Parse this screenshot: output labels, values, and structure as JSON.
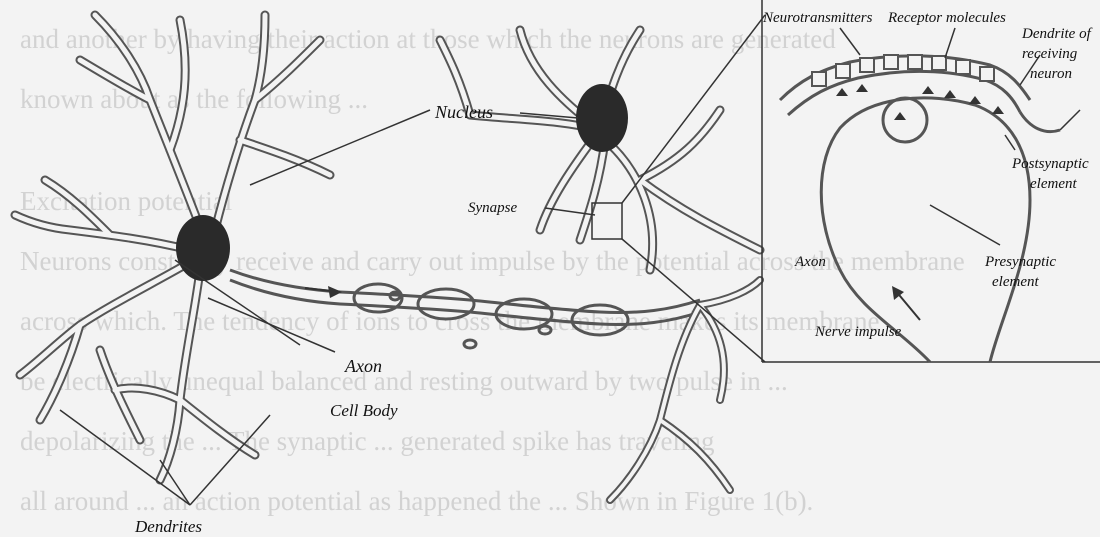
{
  "background_text": {
    "lines": [
      "and another by having their action at those which the neurons are generated",
      "known about as the following ...",
      "",
      "Excitation potential",
      "Neurons constantly receive and carry out impulse by the potential across the membrane",
      "across which. The tendency of ions to cross the membrane makes its membrane",
      "be electrically unequal balanced and resting outward by two pulse in ...",
      "depolarizing the ... The synaptic ... generated spike has traveling",
      "all around ... an action potential as happened the ... Shown in Figure 1(b)."
    ]
  },
  "labels": {
    "nucleus": "Nucleus",
    "synapse": "Synapse",
    "axon_main": "Axon",
    "cell_body": "Cell Body",
    "dendrites": "Dendrites",
    "neurotransmitters": "Neurotransmitters",
    "receptor_molecules": "Receptor molecules",
    "dendrite_receiving_line1": "Dendrite of",
    "dendrite_receiving_line2": "receiving",
    "dendrite_receiving_line3": "neuron",
    "postsynaptic_line1": "Postsynaptic",
    "postsynaptic_line2": "element",
    "presynaptic_line1": "Presynaptic",
    "presynaptic_line2": "element",
    "axon_inset": "Axon",
    "nerve_impulse": "Nerve impulse"
  },
  "colors": {
    "ink": "#555555",
    "nucleus_fill": "#2a2a2a",
    "label": "#111111",
    "background": "#f3f3f3",
    "background_text": "#d2d2d2"
  }
}
